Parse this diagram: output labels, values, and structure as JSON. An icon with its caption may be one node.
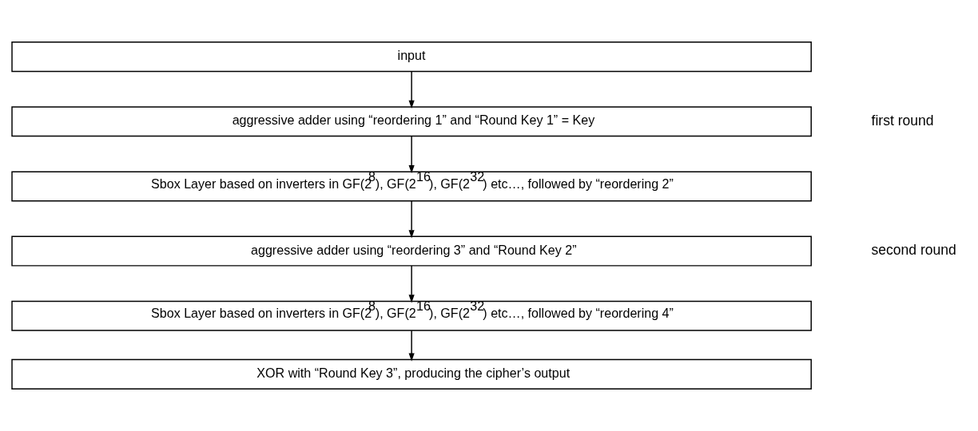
{
  "diagram": {
    "nodes": [
      {
        "text": [
          "input"
        ]
      },
      {
        "text": [
          "aggressive adder using “reordering 1” and “Round Key 1” = Key"
        ]
      },
      {
        "text": [
          "Sbox Layer based on inverters in GF(2$^{8}$), GF(2$^{16}$), GF(2$^{32}$) etc…, followed by “reordering 2”"
        ]
      },
      {
        "text": [
          "aggressive adder using “reordering 3” and “Round Key 2”"
        ]
      },
      {
        "text": [
          "Sbox Layer based on inverters in GF(2$^{8}$), GF(2$^{16}$), GF(2$^{32}$) etc…, followed by “reordering 4”"
        ]
      },
      {
        "text": [
          "XOR with “Round Key 3”, producing the cipher’s output"
        ]
      }
    ],
    "edges": [
      {
        "from": 0,
        "to": 1,
        "arrow": "to"
      },
      {
        "from": 1,
        "to": 2,
        "arrow": "to"
      },
      {
        "from": 2,
        "to": 3,
        "arrow": "to"
      },
      {
        "from": 3,
        "to": 4,
        "arrow": "to"
      },
      {
        "from": 4,
        "to": 5,
        "arrow": "to"
      }
    ],
    "labels": [
      "first round",
      "second round"
    ]
  }
}
